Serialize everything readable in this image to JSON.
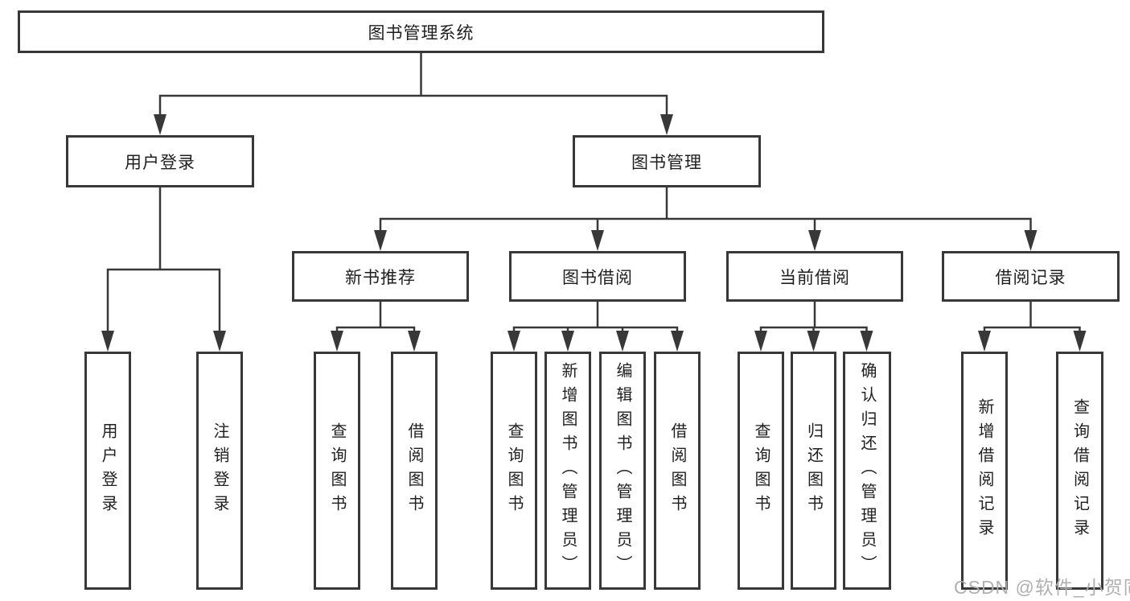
{
  "diagram": {
    "root": {
      "label": "图书管理系统"
    },
    "branches": {
      "user_login": {
        "label": "用户登录",
        "children": [
          {
            "label": "用户登录"
          },
          {
            "label": "注销登录"
          }
        ]
      },
      "book_mgmt": {
        "label": "图书管理",
        "children": [
          {
            "label": "新书推荐",
            "children": [
              {
                "label": "查询图书"
              },
              {
                "label": "借阅图书"
              }
            ]
          },
          {
            "label": "图书借阅",
            "children": [
              {
                "label": "查询图书"
              },
              {
                "label": "新增图书（管理员）"
              },
              {
                "label": "编辑图书（管理员）"
              },
              {
                "label": "借阅图书"
              }
            ]
          },
          {
            "label": "当前借阅",
            "children": [
              {
                "label": "查询图书"
              },
              {
                "label": "归还图书"
              },
              {
                "label": "确认归还（管理员）"
              }
            ]
          },
          {
            "label": "借阅记录",
            "children": [
              {
                "label": "新增借阅记录"
              },
              {
                "label": "查询借阅记录"
              }
            ]
          }
        ]
      }
    },
    "colors": {
      "line": "#383838",
      "box_border": "#383838",
      "text": "#1f1f1f",
      "watermark": "#acacac",
      "background": "#ffffff"
    },
    "watermark": "CSDN @软件_小贺同学"
  }
}
